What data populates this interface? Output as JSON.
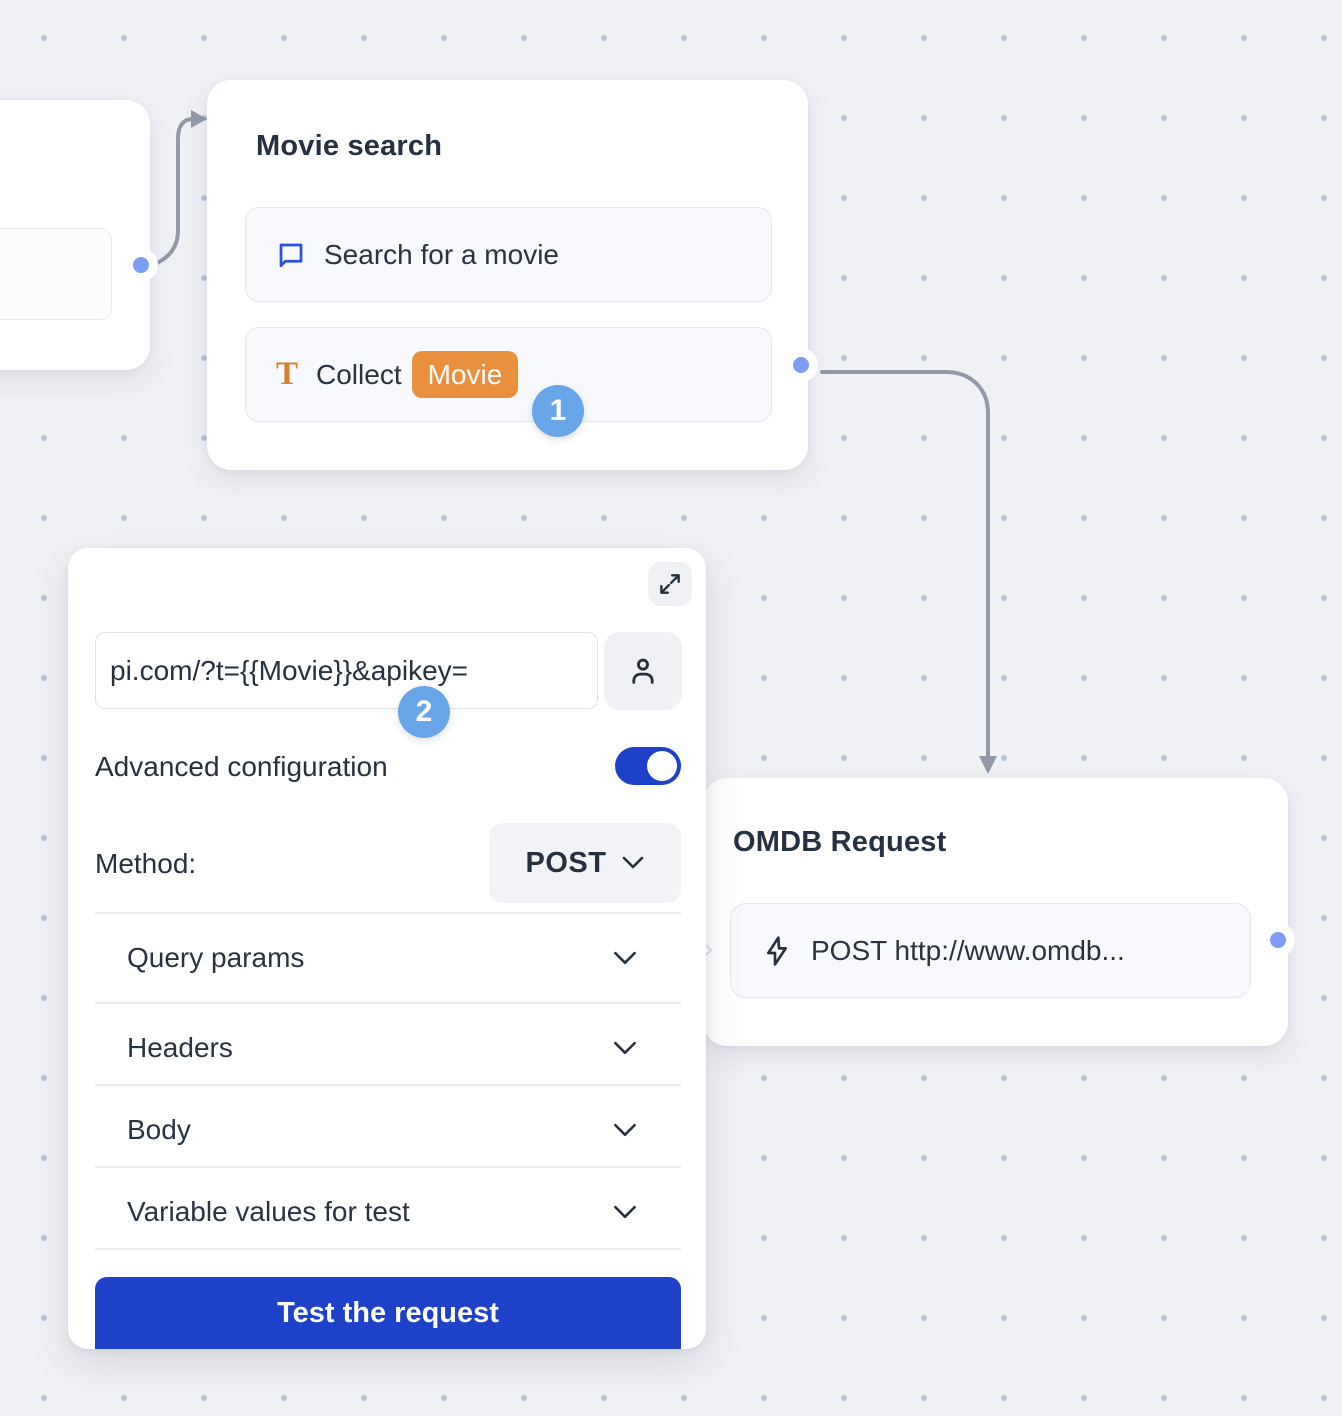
{
  "canvas": {
    "background_color": "#f0f1f5",
    "dot_color": "#b9c1d3",
    "connector_color": "#9399a7"
  },
  "colors": {
    "accent_blue": "#1d41c8",
    "annotation_badge_blue": "#69a5e9",
    "port_blue": "#7b9df4",
    "variable_orange": "#ea8f3c",
    "chat_icon_blue": "#2b50e2",
    "text_dark": "#27303f"
  },
  "movie_search_node": {
    "title": "Movie search",
    "steps": [
      {
        "icon": "chat-bubble-icon",
        "label": "Search for a movie"
      },
      {
        "icon": "text-collect-icon",
        "label": "Collect",
        "variable": "Movie"
      }
    ],
    "annotation_badge": "1"
  },
  "request_editor": {
    "url_input": {
      "value": "pi.com/?t={{Movie}}&apikey="
    },
    "annotation_badge": "2",
    "advanced_label": "Advanced configuration",
    "advanced_enabled": true,
    "method_label": "Method:",
    "method_value": "POST",
    "sections": [
      {
        "label": "Query params"
      },
      {
        "label": "Headers"
      },
      {
        "label": "Body"
      },
      {
        "label": "Variable values for test"
      }
    ],
    "test_button": "Test the request"
  },
  "omdb_node": {
    "title": "OMDB Request",
    "step": {
      "icon": "lightning-icon",
      "label": "POST http://www.omdb..."
    }
  }
}
